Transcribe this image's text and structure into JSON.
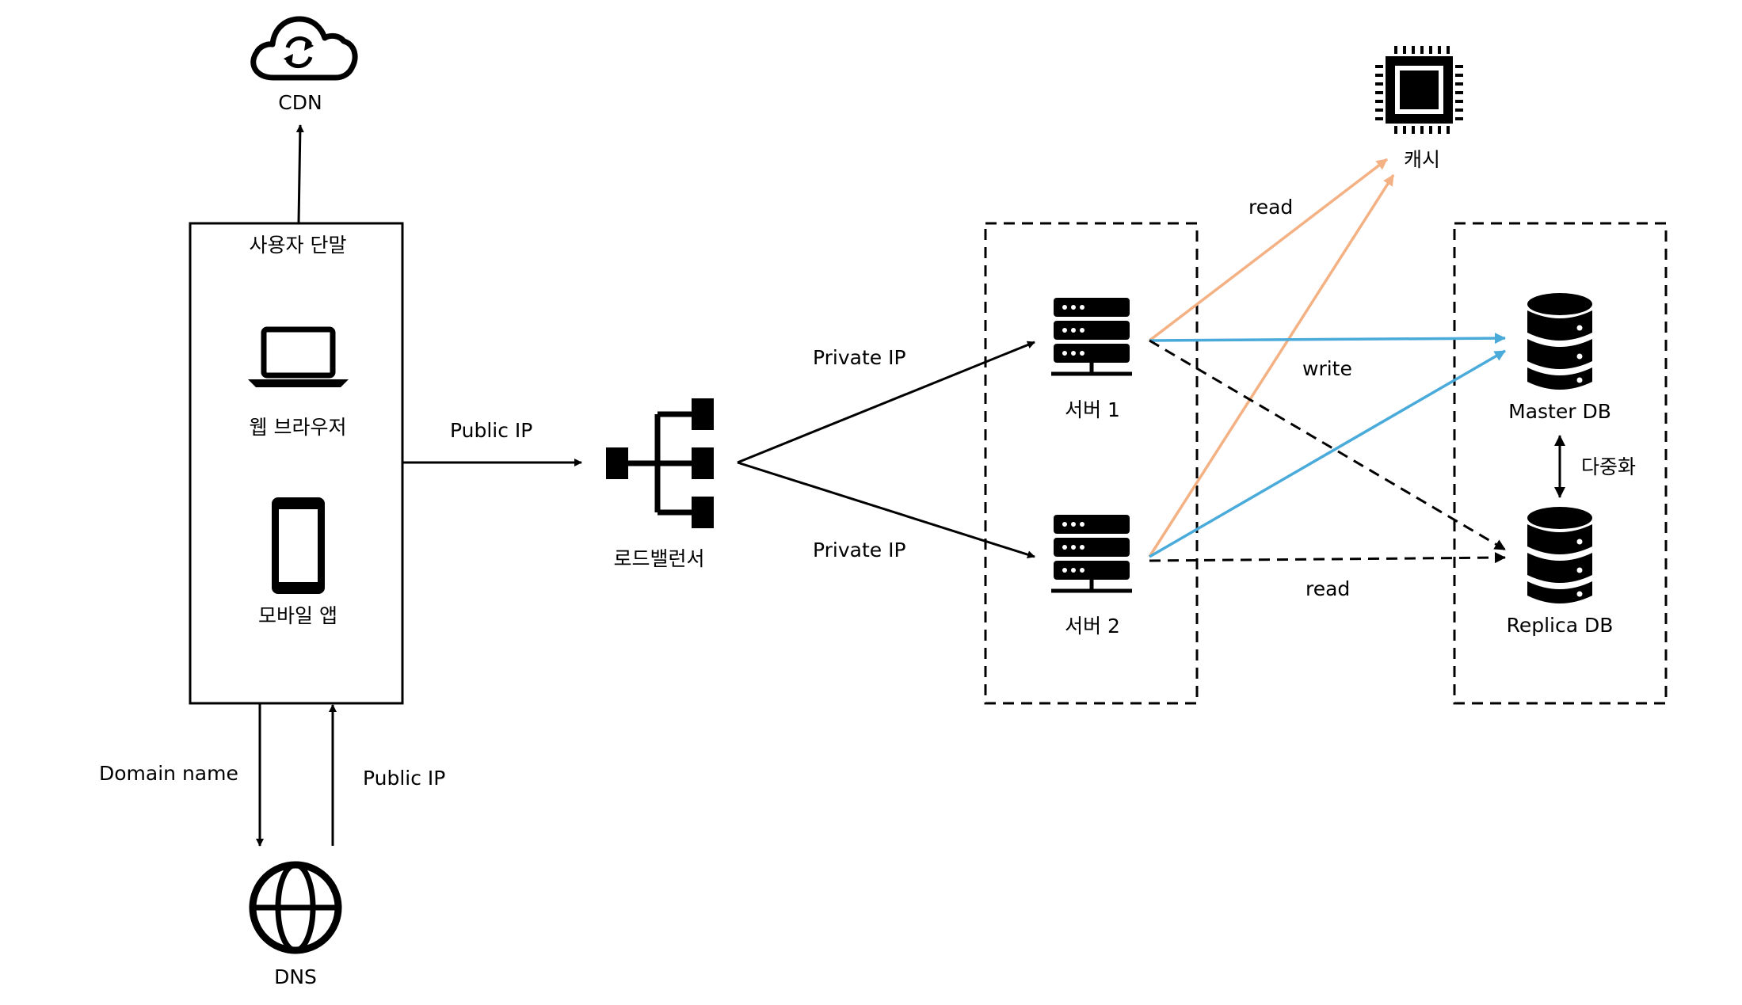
{
  "nodes": {
    "cdn": "CDN",
    "client_box": "사용자 단말",
    "web_browser": "웹 브라우저",
    "mobile_app": "모바일 앱",
    "dns": "DNS",
    "load_balancer": "로드밸런서",
    "server1": "서버 1",
    "server2": "서버 2",
    "cache": "캐시",
    "master_db": "Master DB",
    "replica_db": "Replica DB"
  },
  "edges": {
    "public_ip_to_lb": "Public IP",
    "domain_name": "Domain name",
    "public_ip_from_dns": "Public IP",
    "private_ip_1": "Private IP",
    "private_ip_2": "Private IP",
    "read_cache": "read",
    "write_db": "write",
    "read_replica": "read",
    "replication": "다중화"
  },
  "colors": {
    "line": "#000000",
    "cache_arrow": "#F4B183",
    "write_arrow": "#4AABDB"
  },
  "icons": {
    "cdn": "cloud-sync-icon",
    "browser": "laptop-icon",
    "mobile": "smartphone-icon",
    "dns": "globe-icon",
    "load_balancer": "load-balancer-icon",
    "server": "server-rack-icon",
    "cache": "cpu-chip-icon",
    "database": "database-icon"
  }
}
